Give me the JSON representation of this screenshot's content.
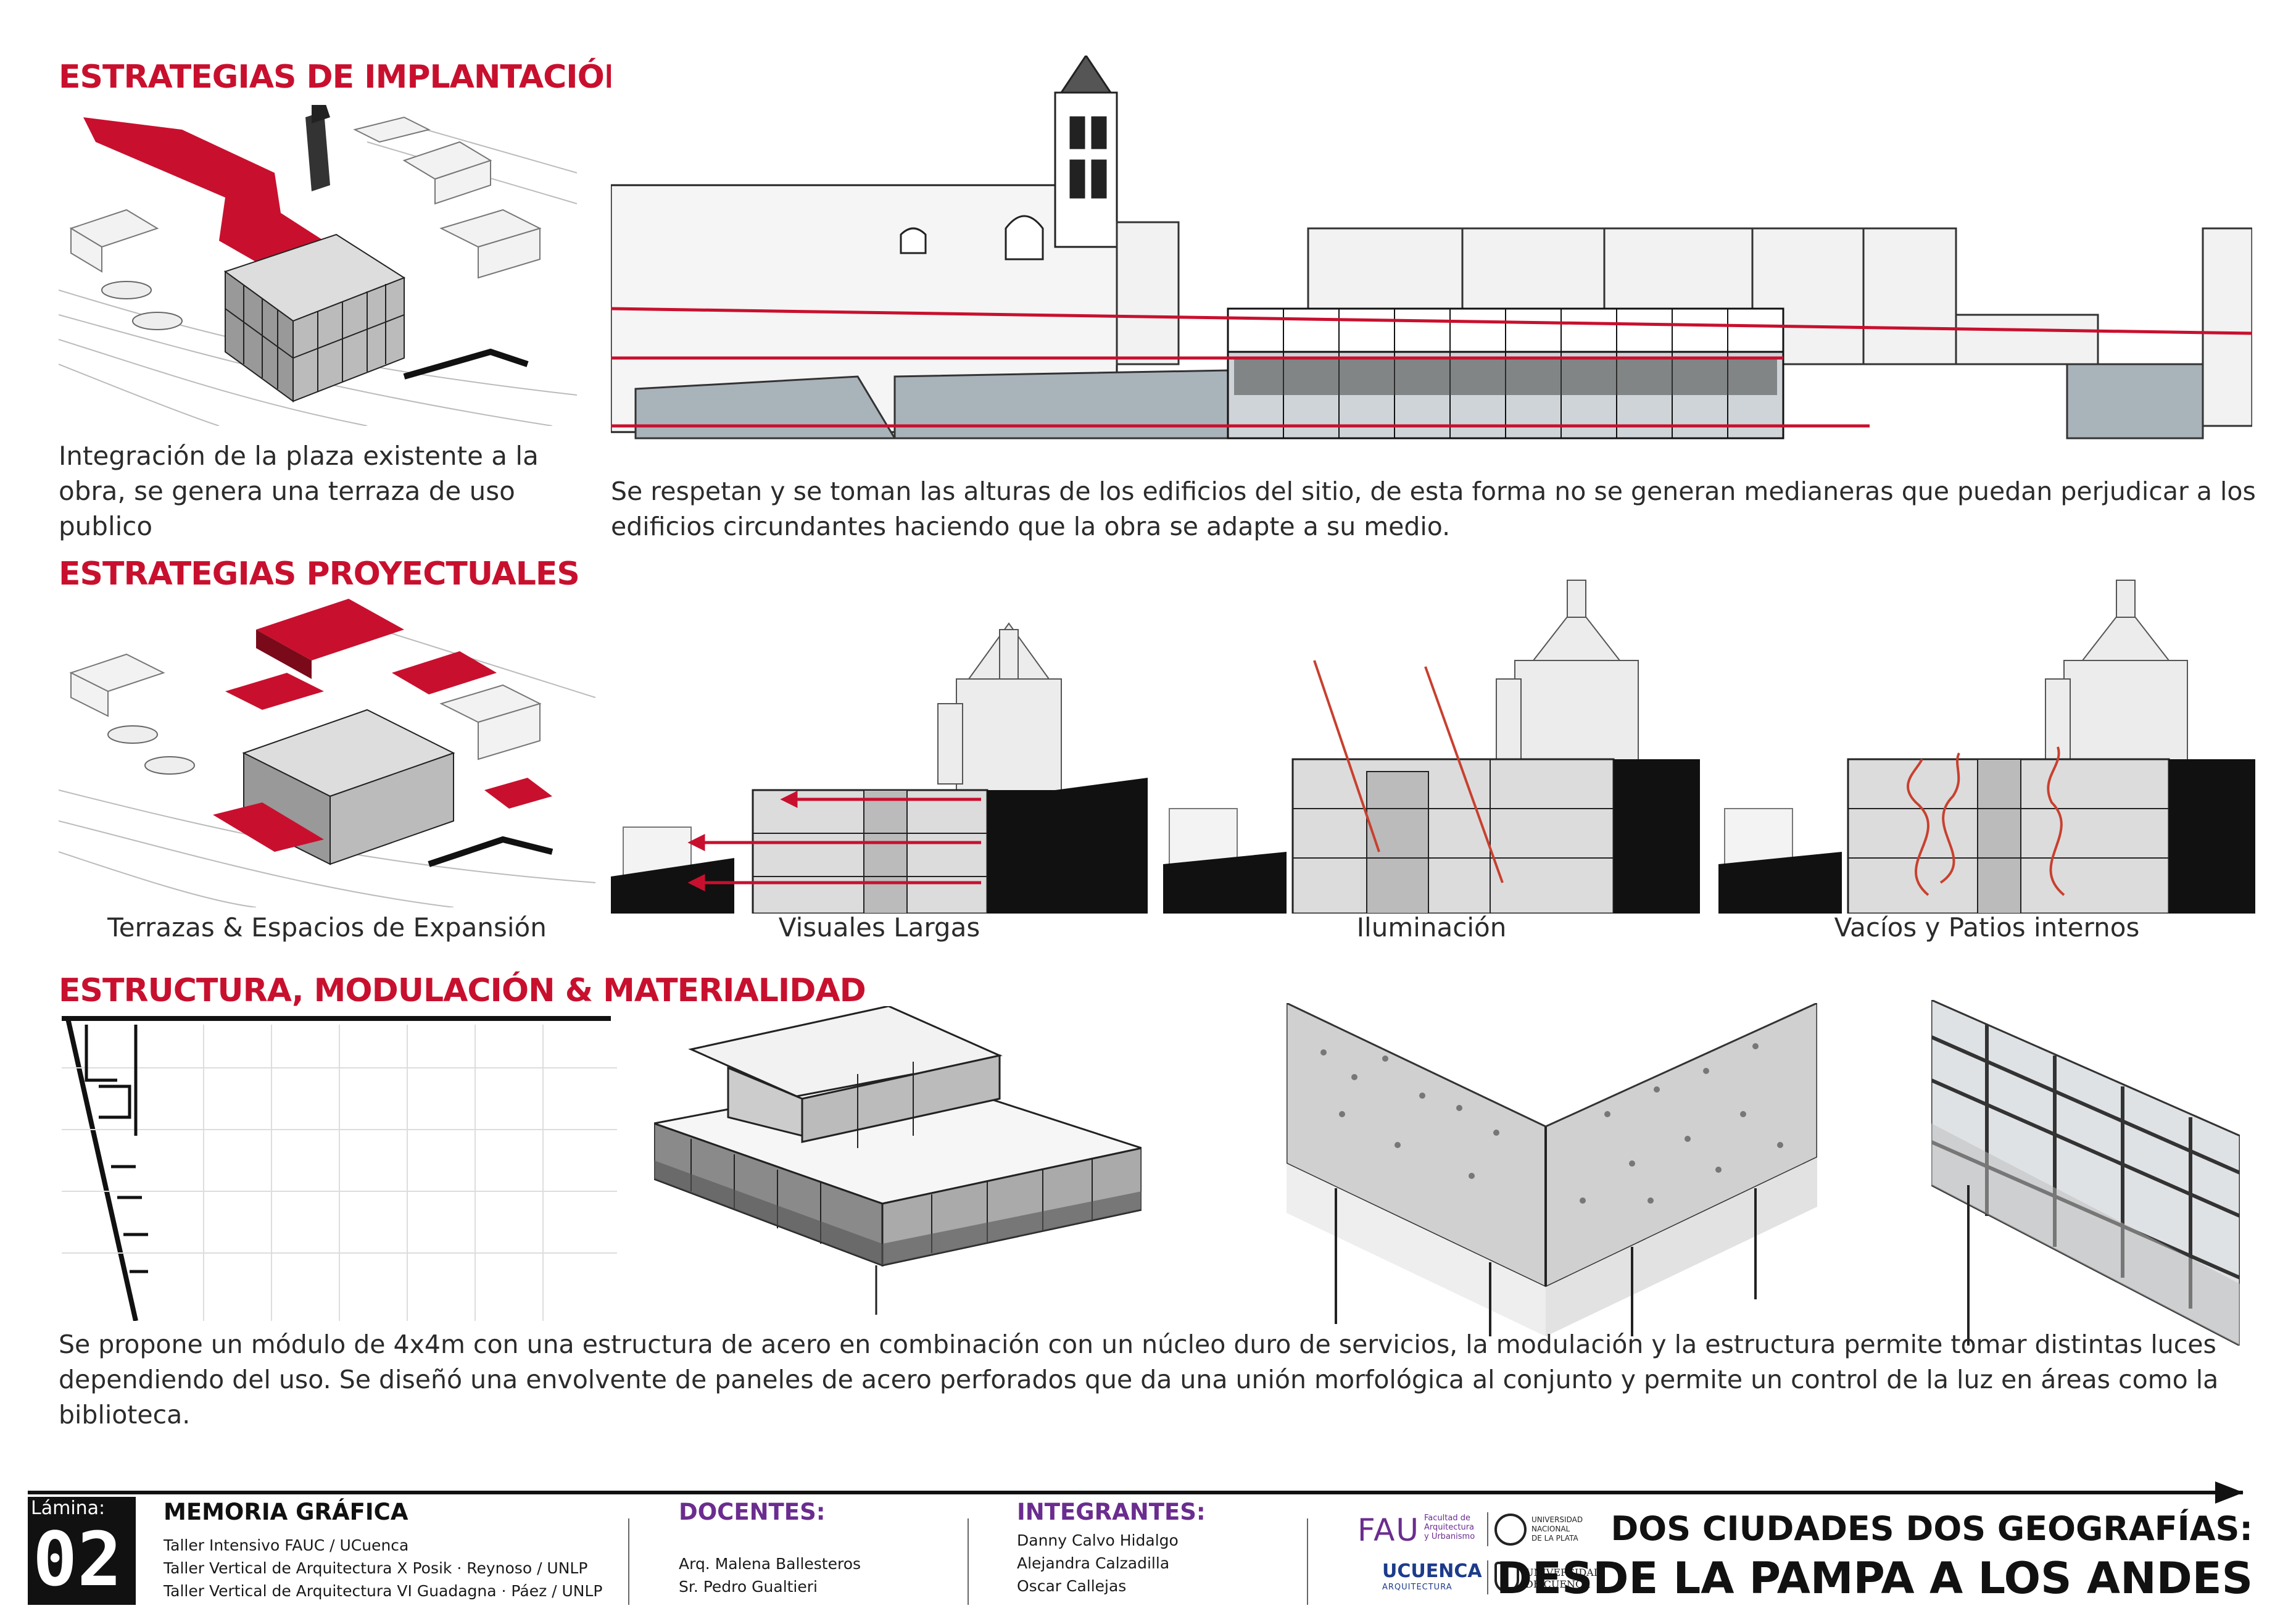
{
  "sections": {
    "implantacion": {
      "title": "ESTRATEGIAS DE IMPLANTACIÓN",
      "left_text": "Integración de la plaza existente a la obra, se genera una terraza de uso publico",
      "right_text": "Se respetan y se toman las alturas de los edificios del sitio, de esta forma no se generan medianeras que puedan perjudicar a los edificios circundantes haciendo que la obra se adapte a su medio."
    },
    "proyectuales": {
      "title": "ESTRATEGIAS PROYECTUALES",
      "captions": [
        "Terrazas & Espacios de Expansión",
        "Visuales Largas",
        "Iluminación",
        "Vacíos y Patios internos"
      ]
    },
    "estructura": {
      "title": "ESTRUCTURA, MODULACIÓN & MATERIALIDAD",
      "text": "Se propone un módulo de 4x4m con una estructura de acero en combinación con un núcleo duro de servicios, la modulación y la estructura permite tomar distintas luces dependiendo del uso. Se diseñó una envolvente de paneles de acero perforados que da una unión morfológica al conjunto y permite un control de la luz en áreas como la biblioteca."
    }
  },
  "footer": {
    "lamina_label": "Lámina:",
    "lamina_number": "02",
    "memoria_title": "MEMORIA GRÁFICA",
    "memoria_lines": [
      "Taller Intensivo FAUC / UCuenca",
      "Taller Vertical de Arquitectura X Posik · Reynoso / UNLP",
      "Taller Vertical de Arquitectura VI Guadagna · Páez / UNLP"
    ],
    "docentes_title": "DOCENTES:",
    "docentes": [
      "Arq. Malena Ballesteros",
      "Sr. Pedro Gualtieri"
    ],
    "integrantes_title": "INTEGRANTES:",
    "integrantes": [
      "Danny Calvo Hidalgo",
      "Alejandra Calzadilla",
      "Oscar Callejas"
    ],
    "logos": {
      "fau": "FAU",
      "fau_sub": [
        "Facultad de",
        "Arquitectura",
        "y Urbanismo"
      ],
      "unlp": [
        "UNIVERSIDAD",
        "NACIONAL",
        "DE LA PLATA"
      ],
      "ucuenca": "UCUENCA",
      "ucuenca_sub": "ARQUITECTURA",
      "ucuenca_univ": [
        "UNIVERSIDAD",
        "DE CUENCA"
      ]
    },
    "project_title_1": "DOS CIUDADES DOS GEOGRAFÍAS:",
    "project_title_2": "DESDE LA PAMPA A LOS ANDES"
  },
  "colors": {
    "accent_red": "#c8102e",
    "purple": "#6b2c8f",
    "dark": "#111111",
    "panel_gray": "#a9b3ba"
  }
}
